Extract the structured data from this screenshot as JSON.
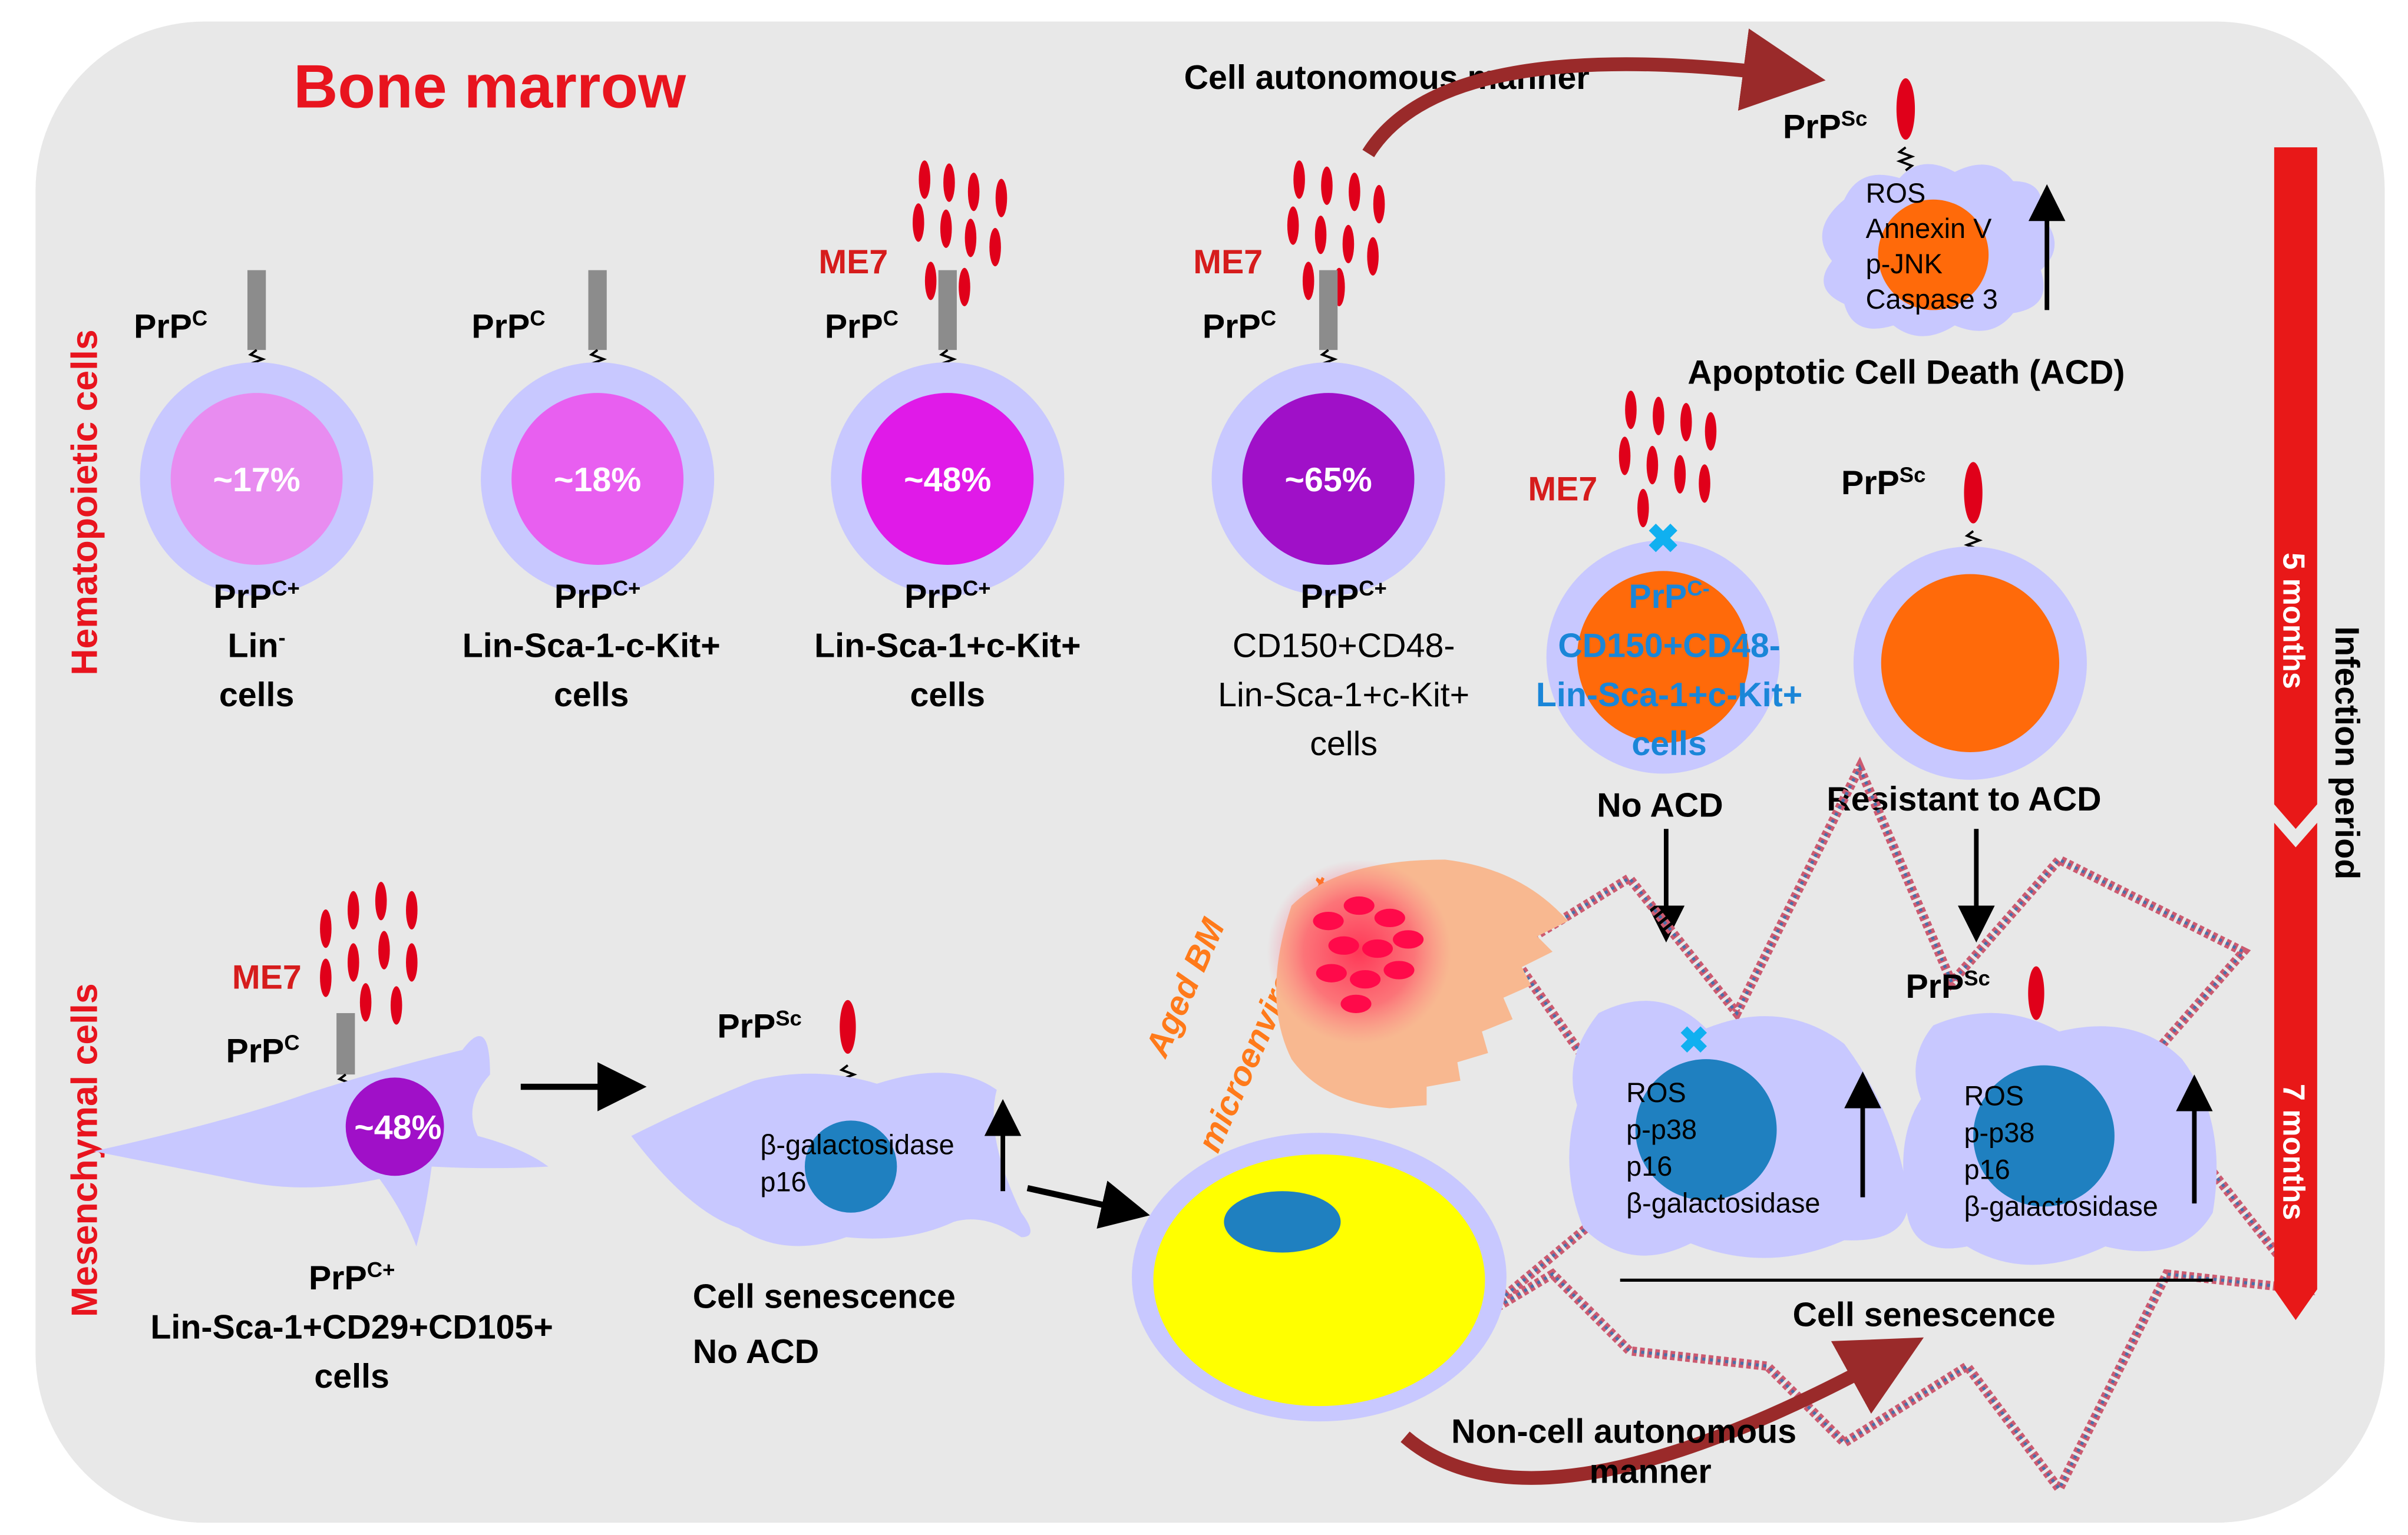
{
  "title": "Bone marrow",
  "colors": {
    "background": "#e8e8e8",
    "title_red": "#e8141e",
    "me7_red": "#d61c1c",
    "prion_red": "#e0001a",
    "membrane": "#c8c8ff",
    "nucleus_pink_light": "#e88cf0",
    "nucleus_pink": "#e85ff0",
    "nucleus_magenta": "#e01ae8",
    "nucleus_purple": "#a010c8",
    "nucleus_orange": "#ff6a0a",
    "nucleus_blue": "#1f80c0",
    "yellow_cell": "#ffff00",
    "aged_cell": "#f8b890",
    "aged_label": "#ff7a1a",
    "blue_label": "#1a86d8",
    "blue_x": "#10b0f0",
    "arrow_dark_red": "#9a2a2a",
    "infection_bar": "#e81818"
  },
  "section_labels": {
    "hematopoietic": "Hematopoietic cells",
    "mesenchymal": "Mesenchymal cells"
  },
  "process_labels": {
    "cell_autonomous": "Cell autonomous manner",
    "non_cell_autonomous_1": "Non-cell autonomous",
    "non_cell_autonomous_2": "manner",
    "apoptotic": "Apoptotic Cell Death (ACD)",
    "no_acd": "No ACD",
    "resistant": "Resistant to ACD",
    "cell_senescence": "Cell senescence",
    "aged_bm_1": "Aged BM",
    "aged_bm_2": "microenvironment"
  },
  "labels": {
    "me7": "ME7",
    "prp_c": "PrP",
    "prp_c_sup": "C",
    "prp_sc": "PrP",
    "prp_sc_sup": "Sc"
  },
  "hema_cells": [
    {
      "percent": "~17%",
      "line1": "PrP",
      "line1_sup": "C+",
      "line2": "Lin",
      "line2_sup": "-",
      "line3": "cells",
      "line4": ""
    },
    {
      "percent": "~18%",
      "line1": "PrP",
      "line1_sup": "C+",
      "line2": "Lin-Sca-1-c-Kit+",
      "line3": "cells",
      "line4": ""
    },
    {
      "percent": "~48%",
      "line1": "PrP",
      "line1_sup": "C+",
      "line2": "Lin-Sca-1+c-Kit+",
      "line3": "cells",
      "line4": ""
    },
    {
      "percent": "~65%",
      "line1": "PrP",
      "line1_sup": "C+",
      "line2": "CD150+CD48-",
      "line3": "Lin-Sca-1+c-Kit+",
      "line4": "cells"
    }
  ],
  "apoptosis_markers": [
    "ROS",
    "Annexin V",
    "p-JNK",
    "Caspase 3"
  ],
  "prpc_neg_cell": {
    "line1": "PrP",
    "line1_sup": "C-",
    "line2": "CD150+CD48-",
    "line3": "Lin-Sca-1+c-Kit+",
    "line4": "cells"
  },
  "mesenchymal_cell": {
    "percent": "~48%",
    "line1": "PrP",
    "line1_sup": "C+",
    "line2": "Lin-Sca-1+CD29+CD105+",
    "line3": "cells"
  },
  "senescence_markers": [
    "β-galactosidase",
    "p16"
  ],
  "mesenchymal_result": {
    "line1": "Cell senescence",
    "line2": "No ACD"
  },
  "senescent_markers": [
    "ROS",
    "p-p38",
    "p16",
    "β-galactosidase"
  ],
  "infection": {
    "label": "Infection period",
    "t1": "5 months",
    "t2": "7 months"
  }
}
